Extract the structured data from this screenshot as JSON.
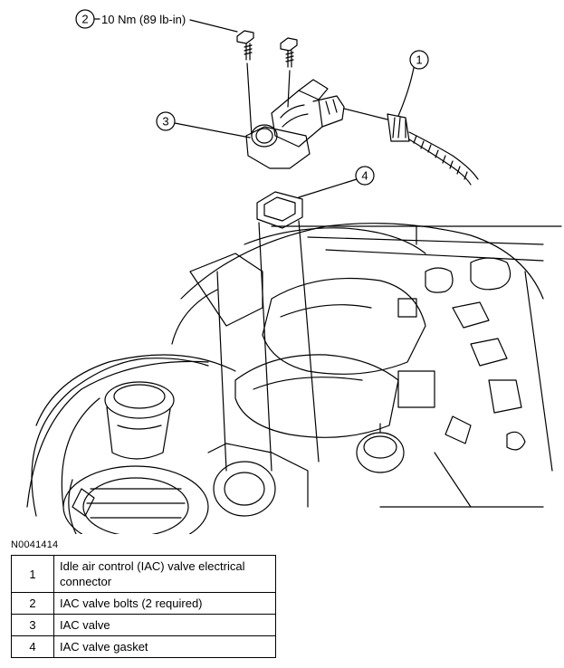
{
  "figure_id": "N0041414",
  "callouts": {
    "c1": "1",
    "c2": "2",
    "c3": "3",
    "c4": "4",
    "torque_spec": "10 Nm (89 lb-in)"
  },
  "legend": [
    {
      "num": "1",
      "text": "Idle air control (IAC) valve electrical connector"
    },
    {
      "num": "2",
      "text": "IAC valve bolts (2 required)"
    },
    {
      "num": "3",
      "text": "IAC valve"
    },
    {
      "num": "4",
      "text": "IAC valve gasket"
    }
  ]
}
